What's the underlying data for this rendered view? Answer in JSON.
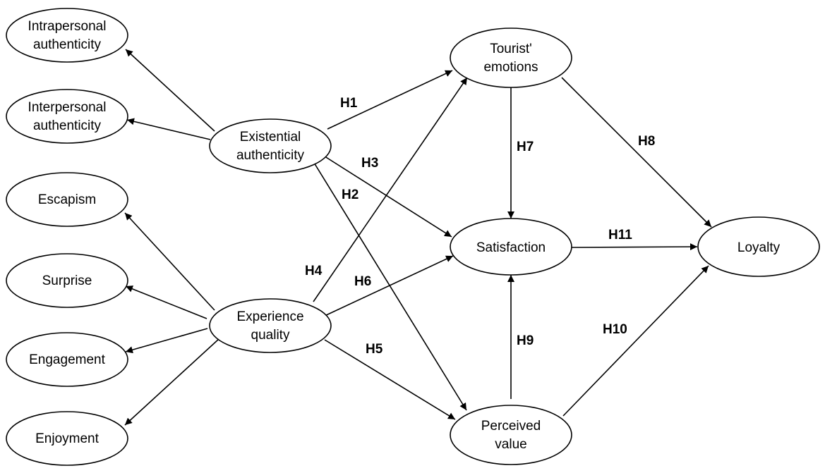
{
  "nodes": {
    "intrapersonal": [
      "Intrapersonal",
      "authenticity"
    ],
    "interpersonal": [
      "Interpersonal",
      "authenticity"
    ],
    "existential": [
      "Existential",
      "authenticity"
    ],
    "escapism": [
      "Escapism"
    ],
    "surprise": [
      "Surprise"
    ],
    "engagement": [
      "Engagement"
    ],
    "enjoyment": [
      "Enjoyment"
    ],
    "experience": [
      "Experience",
      "quality"
    ],
    "emotions": [
      "Tourist'",
      "emotions"
    ],
    "satisfaction": [
      "Satisfaction"
    ],
    "value": [
      "Perceived",
      "value"
    ],
    "loyalty": [
      "Loyalty"
    ]
  },
  "hypotheses": {
    "h1": "H1",
    "h2": "H2",
    "h3": "H3",
    "h4": "H4",
    "h5": "H5",
    "h6": "H6",
    "h7": "H7",
    "h8": "H8",
    "h9": "H9",
    "h10": "H10",
    "h11": "H11"
  }
}
